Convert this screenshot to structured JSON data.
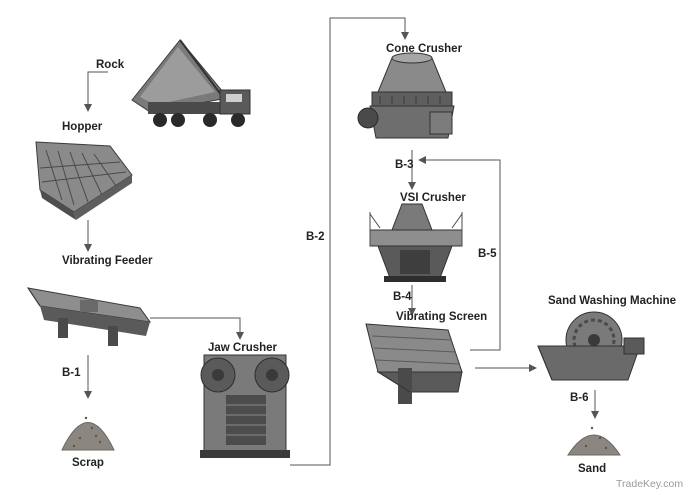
{
  "labels": {
    "rock": "Rock",
    "hopper": "Hopper",
    "vibrating_feeder": "Vibrating Feeder",
    "b1": "B-1",
    "scrap": "Scrap",
    "jaw_crusher": "Jaw Crusher",
    "b2": "B-2",
    "cone_crusher": "Cone Crusher",
    "b3": "B-3",
    "vsi_crusher": "VSI Crusher",
    "b4": "B-4",
    "vibrating_screen": "Vibrating Screen",
    "b5": "B-5",
    "sand_washing_machine": "Sand Washing Machine",
    "b6": "B-6",
    "sand": "Sand"
  },
  "watermark": "TradeKey.com",
  "colors": {
    "line": "#555555",
    "machine_dark": "#3d3d3d",
    "machine_mid": "#6e6e6e",
    "machine_light": "#a8a8a8",
    "pile": "#8c8680"
  }
}
